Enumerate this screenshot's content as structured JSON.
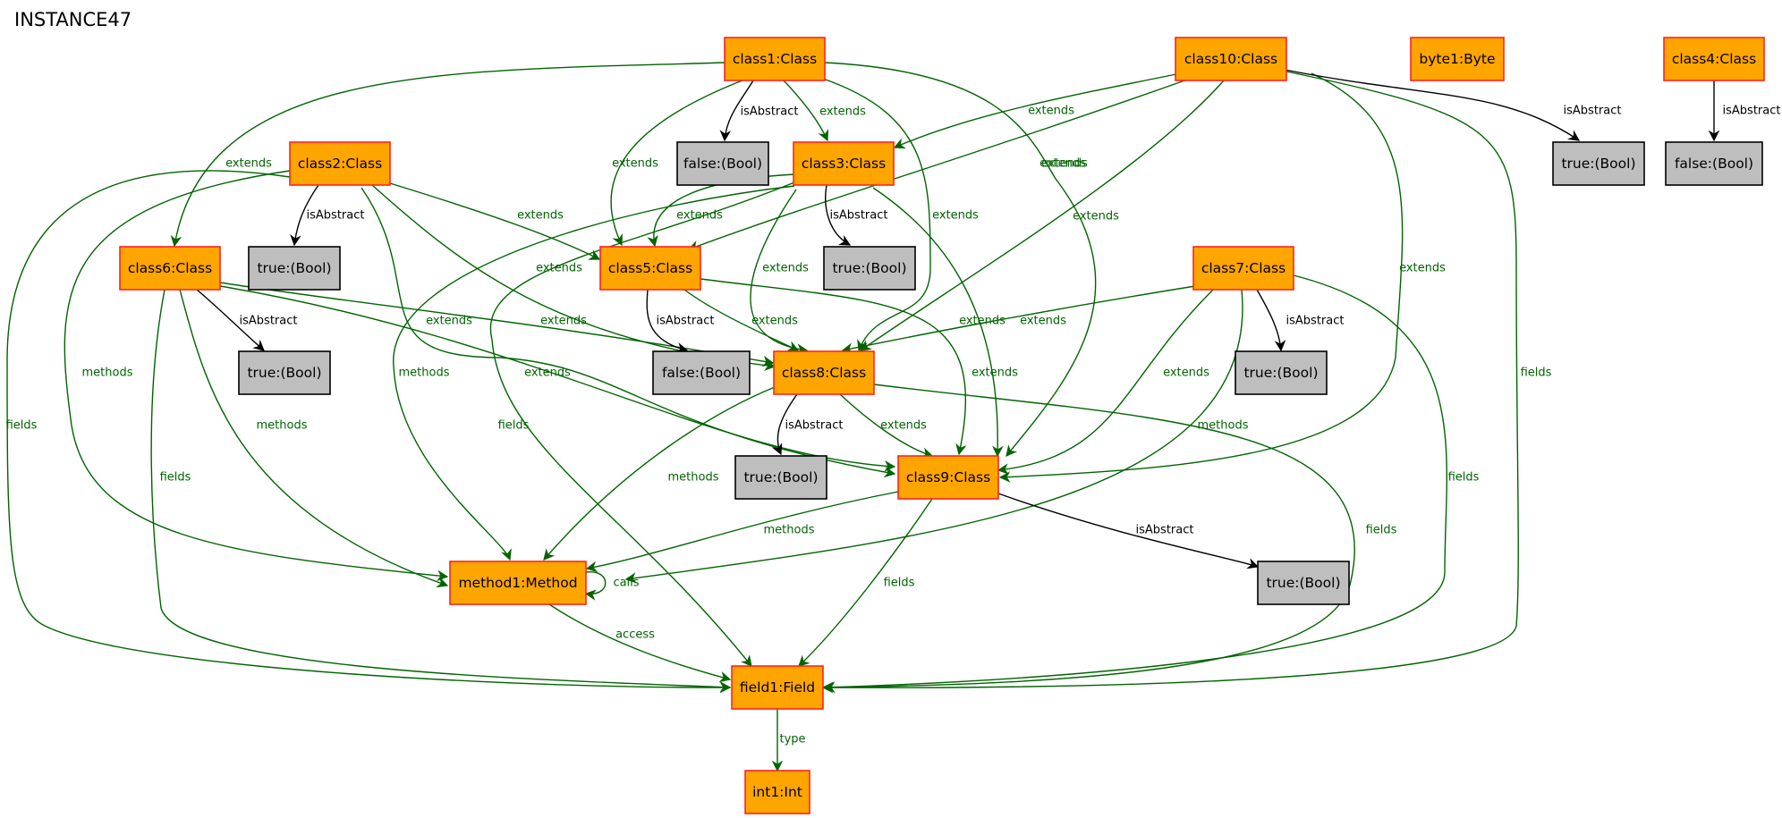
{
  "title": "INSTANCE47",
  "colors": {
    "object_fill": "#ffa500",
    "object_border": "#ff2222",
    "value_fill": "#bebebe",
    "edge_green": "#006400",
    "edge_black": "#000000"
  },
  "nodes": [
    {
      "id": "class1",
      "label": "class1:Class",
      "kind": "object"
    },
    {
      "id": "class10",
      "label": "class10:Class",
      "kind": "object"
    },
    {
      "id": "byte1",
      "label": "byte1:Byte",
      "kind": "object"
    },
    {
      "id": "class4",
      "label": "class4:Class",
      "kind": "object"
    },
    {
      "id": "f_c1",
      "label": "false:(Bool)",
      "kind": "value"
    },
    {
      "id": "class3",
      "label": "class3:Class",
      "kind": "object"
    },
    {
      "id": "t_c10",
      "label": "true:(Bool)",
      "kind": "value"
    },
    {
      "id": "f_c4",
      "label": "false:(Bool)",
      "kind": "value"
    },
    {
      "id": "class2",
      "label": "class2:Class",
      "kind": "object"
    },
    {
      "id": "class6",
      "label": "class6:Class",
      "kind": "object"
    },
    {
      "id": "t_c2",
      "label": "true:(Bool)",
      "kind": "value"
    },
    {
      "id": "class5",
      "label": "class5:Class",
      "kind": "object"
    },
    {
      "id": "t_c3",
      "label": "true:(Bool)",
      "kind": "value"
    },
    {
      "id": "class7",
      "label": "class7:Class",
      "kind": "object"
    },
    {
      "id": "t_c6",
      "label": "true:(Bool)",
      "kind": "value"
    },
    {
      "id": "f_c5",
      "label": "false:(Bool)",
      "kind": "value"
    },
    {
      "id": "class8",
      "label": "class8:Class",
      "kind": "object"
    },
    {
      "id": "t_c7",
      "label": "true:(Bool)",
      "kind": "value"
    },
    {
      "id": "t_c8",
      "label": "true:(Bool)",
      "kind": "value"
    },
    {
      "id": "class9",
      "label": "class9:Class",
      "kind": "object"
    },
    {
      "id": "method1",
      "label": "method1:Method",
      "kind": "object"
    },
    {
      "id": "t_c9",
      "label": "true:(Bool)",
      "kind": "value"
    },
    {
      "id": "field1",
      "label": "field1:Field",
      "kind": "object"
    },
    {
      "id": "int1",
      "label": "int1:Int",
      "kind": "object"
    }
  ],
  "edges": [
    {
      "from": "class1",
      "to": "class6",
      "label": "extends"
    },
    {
      "from": "class1",
      "to": "f_c1",
      "label": "isAbstract"
    },
    {
      "from": "class1",
      "to": "class3",
      "label": "extends"
    },
    {
      "from": "class1",
      "to": "class5",
      "label": "extends"
    },
    {
      "from": "class1",
      "to": "class8",
      "label": "extends"
    },
    {
      "from": "class1",
      "to": "class9",
      "label": "extends"
    },
    {
      "from": "class10",
      "to": "class3",
      "label": "extends"
    },
    {
      "from": "class10",
      "to": "class5",
      "label": "extends"
    },
    {
      "from": "class10",
      "to": "class8",
      "label": "extends"
    },
    {
      "from": "class10",
      "to": "class9",
      "label": "extends"
    },
    {
      "from": "class10",
      "to": "t_c10",
      "label": "isAbstract"
    },
    {
      "from": "class10",
      "to": "field1",
      "label": "fields"
    },
    {
      "from": "class4",
      "to": "f_c4",
      "label": "isAbstract"
    },
    {
      "from": "class2",
      "to": "t_c2",
      "label": "isAbstract"
    },
    {
      "from": "class2",
      "to": "class5",
      "label": "extends"
    },
    {
      "from": "class2",
      "to": "class8",
      "label": "extends"
    },
    {
      "from": "class2",
      "to": "class9",
      "label": "extends"
    },
    {
      "from": "class2",
      "to": "method1",
      "label": "methods"
    },
    {
      "from": "class2",
      "to": "field1",
      "label": "fields"
    },
    {
      "from": "class3",
      "to": "class5",
      "label": "extends"
    },
    {
      "from": "class3",
      "to": "t_c3",
      "label": "isAbstract"
    },
    {
      "from": "class3",
      "to": "class8",
      "label": "extends"
    },
    {
      "from": "class3",
      "to": "class9",
      "label": "extends"
    },
    {
      "from": "class3",
      "to": "method1",
      "label": "methods"
    },
    {
      "from": "class3",
      "to": "field1",
      "label": "fields"
    },
    {
      "from": "class6",
      "to": "t_c6",
      "label": "isAbstract"
    },
    {
      "from": "class6",
      "to": "class8",
      "label": "extends"
    },
    {
      "from": "class6",
      "to": "class9",
      "label": "extends"
    },
    {
      "from": "class6",
      "to": "method1",
      "label": "methods"
    },
    {
      "from": "class6",
      "to": "field1",
      "label": "fields"
    },
    {
      "from": "class5",
      "to": "f_c5",
      "label": "isAbstract"
    },
    {
      "from": "class5",
      "to": "class8",
      "label": "extends"
    },
    {
      "from": "class5",
      "to": "class9",
      "label": "extends"
    },
    {
      "from": "class7",
      "to": "class8",
      "label": "extends"
    },
    {
      "from": "class7",
      "to": "class9",
      "label": "extends"
    },
    {
      "from": "class7",
      "to": "t_c7",
      "label": "isAbstract"
    },
    {
      "from": "class7",
      "to": "method1",
      "label": "methods"
    },
    {
      "from": "class7",
      "to": "field1",
      "label": "fields"
    },
    {
      "from": "class8",
      "to": "t_c8",
      "label": "isAbstract"
    },
    {
      "from": "class8",
      "to": "class9",
      "label": "extends"
    },
    {
      "from": "class8",
      "to": "method1",
      "label": "methods"
    },
    {
      "from": "class8",
      "to": "field1",
      "label": "fields"
    },
    {
      "from": "class9",
      "to": "t_c9",
      "label": "isAbstract"
    },
    {
      "from": "class9",
      "to": "method1",
      "label": "methods"
    },
    {
      "from": "class9",
      "to": "field1",
      "label": "fields"
    },
    {
      "from": "method1",
      "to": "method1",
      "label": "calls"
    },
    {
      "from": "method1",
      "to": "field1",
      "label": "access"
    },
    {
      "from": "field1",
      "to": "int1",
      "label": "type"
    }
  ]
}
